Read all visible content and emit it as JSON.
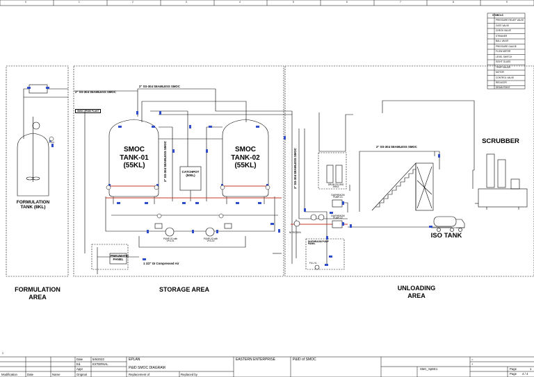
{
  "grid": {
    "columns": [
      "0",
      "1",
      "2",
      "3",
      "4",
      "5",
      "6",
      "7",
      "8",
      "9"
    ],
    "row_marker": "2"
  },
  "legend": {
    "title": "SYMBOLS",
    "items": [
      "PRESSURE RELIEF VALVE",
      "GATE VALVE",
      "CHECK VALVE",
      "STRAINER",
      "BALL VALVE",
      "PRESSURE GAUGE",
      "FLOW METER",
      "LEVEL SWITCH",
      "SIGHT GLASS",
      "TEMP GAUGE",
      "MOTOR",
      "CONTROL VALVE",
      "REDUCER",
      "DRAIN POINT"
    ]
  },
  "areas": {
    "formulation": "FORMULATION AREA",
    "storage": "STORAGE AREA",
    "unloading": "UNLOADING AREA"
  },
  "equipment": {
    "formulation_tank": "FORMULATION TANK (8KL)",
    "tank1": "SMOC TANK-01 (55KL)",
    "tank2": "SMOC TANK-02 (55KL)",
    "catchpot": "CATCHPOT (500L)",
    "scrubber": "SCRUBBER",
    "iso_tank": "ISO TANK",
    "pneumatic_panel": "PNEUMATIC PANEL",
    "diaphragm_panel": "DIAPHRAGM PUMP PANEL",
    "pump1": "PUMP-01 with VFD-01",
    "pump2": "PUMP-02 with VFD-02",
    "diaphragm_pump1": "DIAPHRAGM PUMP-01",
    "diaphragm_pump2": "DIAPHRAGM PUMP-02",
    "drum": "DRUM FILLING AREA",
    "nitrogen": "NITROGEN",
    "fill_valve": "FILL VL"
  },
  "pipes": {
    "main_top": "2\" SS-304 SEAMLESS SMOC",
    "main_left": "2\" SS-304 SEAMLESS SMOC",
    "vertical_unload": "2\" SS-304 SEAMLESS SMOC",
    "unload_top": "2\" SS-304 SEAMLESS SMOC",
    "center_vertical": "2\" SS-304 SEAMLESS SMOC",
    "compressed_air": "1 1/2\" GI Compressed Air",
    "inlet_tag": "SMOC FROM PLANT"
  },
  "title_block": {
    "date_label": "Date",
    "date_value": "5/6/2023",
    "ed_label": "Ed.",
    "ed_value": "EXTERNAL",
    "appr_label": "Appr",
    "eplan": "EPLAN",
    "diagram_title": "P&ID SMOC DIAGRAM",
    "company": "EASTERN ENTERPRISE",
    "doc_title": "P&ID of SMOC",
    "modification": "Modification",
    "date_col": "Date",
    "name_col": "Name",
    "original": "Original",
    "replacement": "Replacement of",
    "replaced_by": "Replaced by",
    "equals": "=",
    "plus": "+",
    "doc_no": "SMC_SpEE1",
    "page_label": "Page",
    "page_value": "1",
    "page_of": "4 / 4"
  },
  "colors": {
    "pipe_red": "#c0392b",
    "valve_blue": "#2f4cc9",
    "line": "#000000"
  }
}
